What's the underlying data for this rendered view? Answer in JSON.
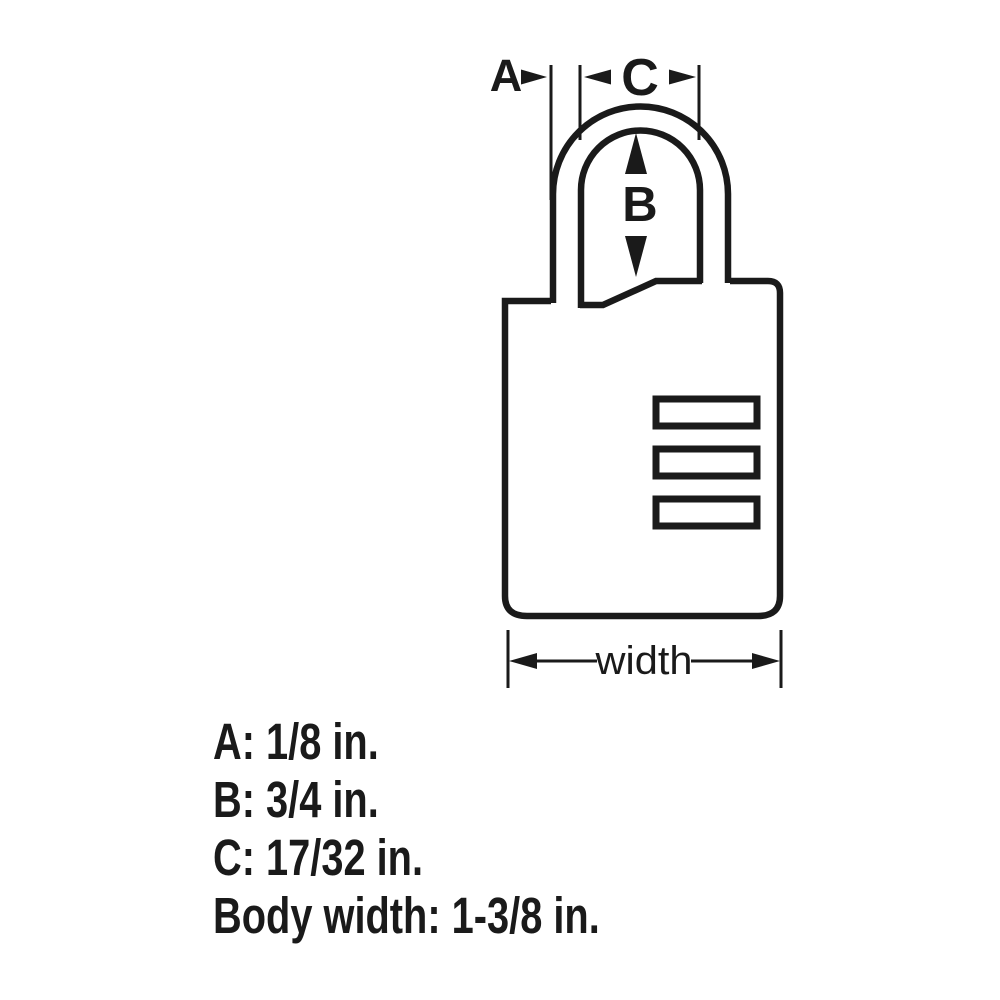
{
  "colors": {
    "background": "#ffffff",
    "line": "#1a1a1a"
  },
  "diagram": {
    "label_a": "A",
    "label_b": "B",
    "label_c": "C",
    "label_width": "width"
  },
  "specs": [
    "A: 1/8 in.",
    "B: 3/4 in.",
    "C: 17/32 in.",
    "Body width: 1-3/8 in."
  ]
}
